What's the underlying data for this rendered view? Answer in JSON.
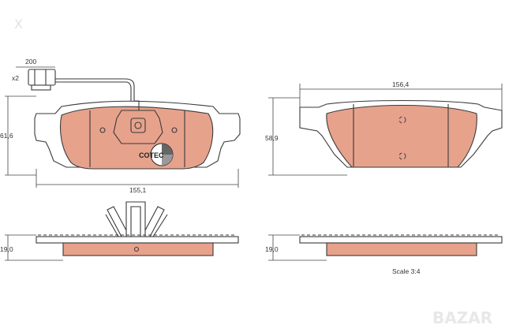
{
  "dimensions": {
    "sensor_length": "200",
    "sensor_count": "x2",
    "front_height": "61,6",
    "front_width": "155,1",
    "back_width": "156,4",
    "back_height": "58,9",
    "front_thickness": "19,0",
    "back_thickness": "19,0"
  },
  "logo": {
    "text": "COTEC"
  },
  "scale": "Scale 3:4",
  "watermark": {
    "text": "BAZAR",
    "corner_mark": "X"
  },
  "colors": {
    "pad_fill": "#e7a28c",
    "line": "#3a3a3a",
    "background": "#ffffff"
  }
}
